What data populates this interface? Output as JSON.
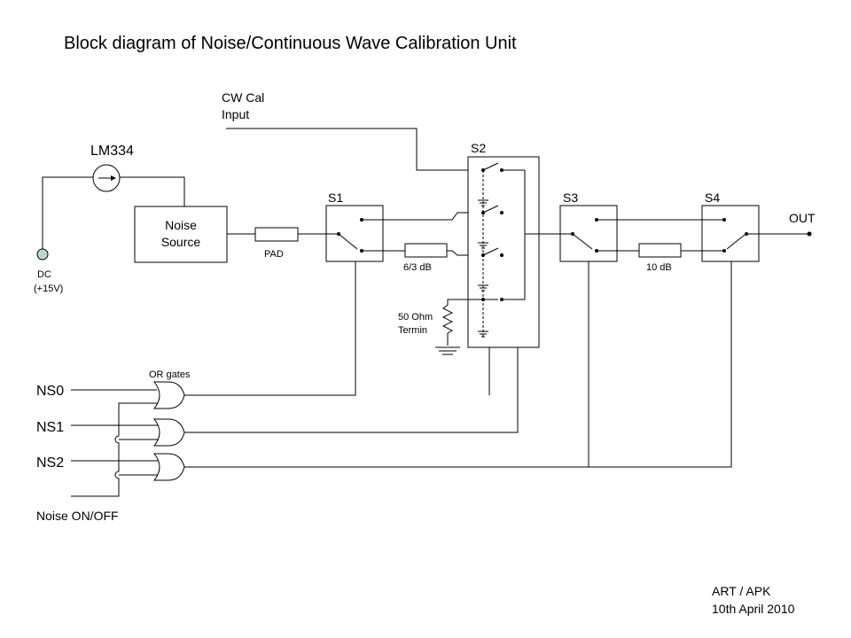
{
  "title": "Block diagram of Noise/Continuous Wave Calibration Unit",
  "labels": {
    "cw_cal_line1": "CW Cal",
    "cw_cal_line2": "Input",
    "lm334": "LM334",
    "noise_source_line1": "Noise",
    "noise_source_line2": "Source",
    "pad": "PAD",
    "dc_line1": "DC",
    "dc_line2": "(+15V)",
    "s1": "S1",
    "s2": "S2",
    "s3": "S3",
    "s4": "S4",
    "att_6_3": "6/3 dB",
    "att_10": "10 dB",
    "out": "OUT",
    "term_line1": "50 Ohm",
    "term_line2": "Termin",
    "or_gates": "OR gates",
    "ns0": "NS0",
    "ns1": "NS1",
    "ns2": "NS2",
    "noise_onoff": "Noise ON/OFF",
    "author": "ART / APK",
    "date": "10th April 2010"
  }
}
